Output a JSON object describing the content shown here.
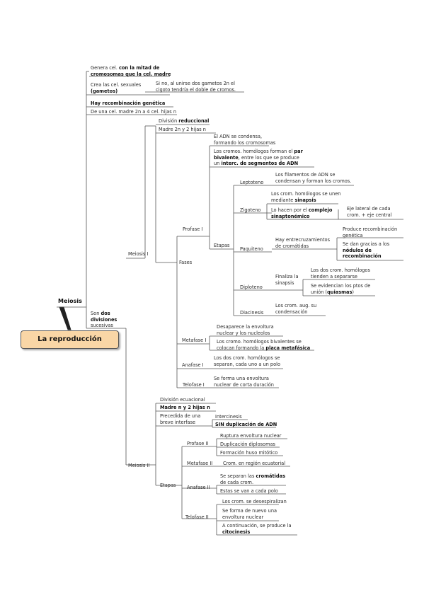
{
  "root": "La reproducción",
  "topic": "Meiosis",
  "n01": [
    "Genera cel. ",
    "con la mitad de",
    "cromosomas que la cel. madre"
  ],
  "n02": [
    "Crea las cel. sexuales",
    "(gametos)"
  ],
  "n03": [
    "Si no, al unirse dos gametos 2n el",
    "cigoto tendría el doble de cromos."
  ],
  "n04": "Hay recombinación genética",
  "n05": "De una cel. madre 2n a 4 cel. hijas n",
  "n06": [
    "Son ",
    "dos",
    "divisiones",
    "sucesivas"
  ],
  "meiosis1": "Meiosis I",
  "n07": [
    "División ",
    "reduccional"
  ],
  "n08": "Madre 2n y 2 hijas n",
  "fases": "Fases",
  "profase1": "Profase I",
  "n09": [
    "El ADN se condensa,",
    "formando los cromosomas"
  ],
  "n10": [
    "Los cromos. homólogos forman el ",
    "par",
    "bivalente",
    ", entre los que se produce",
    "un ",
    "interc. de segmentos de ADN"
  ],
  "etapas1": "Etapas",
  "leptoteno": "Leptoteno",
  "n11": [
    "Los filamentos de ADN se",
    "condensan y forman los cromos."
  ],
  "zigoteno": "Zigoteno",
  "n12": [
    "Los crom. homólogos se unen",
    "mediante ",
    "sinapsis"
  ],
  "n13": [
    "Lo hacen por el ",
    "complejo",
    "sinaptonémico"
  ],
  "n14": [
    "Eje lateral de cada",
    "crom. + eje central"
  ],
  "paquiteno": "Paquiteno",
  "n15": [
    "Hay entrecruzamientos",
    "de cromátidas"
  ],
  "n16": [
    "Produce recombinación",
    "genética"
  ],
  "n17": [
    "Se dan gracias a los",
    "nódulos de",
    "recombinación"
  ],
  "diploteno": "Diploteno",
  "n18": [
    "Finaliza la",
    "sinapsis"
  ],
  "n19": [
    "Los dos crom. homólogos",
    "tienden a separarse"
  ],
  "n20": [
    "Se evidencian los ptos de",
    "unión (",
    "quiasmas",
    ")"
  ],
  "diacinesis": "Diacinesis",
  "n21": [
    "Los crom. aug. su",
    "condensación"
  ],
  "metafase1": "Metafase I",
  "n22": [
    "Desaparece la envoltura",
    "nuclear y los nucleolos"
  ],
  "n23": [
    "Los cromo. homólogos bivalentes se",
    "colocan formando la ",
    "placa metafásica"
  ],
  "anafase1": "Anafase I",
  "n24": [
    "Los dos crom. homólogos se",
    "separan, cada uno a un polo"
  ],
  "telofase1": "Telofase I",
  "n25": [
    "Se forma una envoltura",
    "nuclear de corta duración"
  ],
  "meiosis2": "Meiosis II",
  "n26": "División ecuacional",
  "n27": "Madre n y 2 hijas n",
  "n28": [
    "Precedida de una",
    "breve interfase"
  ],
  "n29": "Intercinesis",
  "n30": "SIN duplicación de ADN",
  "etapas2": "Etapas",
  "profase2": "Profase II",
  "n31": "Ruptura envoltura nuclear",
  "n32": "Duplicación diplosomas",
  "n33": "Formación huso mitótico",
  "metafase2": "Metafase II",
  "n34": "Crom. en región ecuatorial",
  "anafase2": "Anafase II",
  "n35": [
    "Se separan las ",
    "cromátidas",
    "de cada crom."
  ],
  "n36": "Estas se van a cada polo",
  "telofase2": "Telofase II",
  "n37": "Los crom. se desespiralizan",
  "n38": [
    "Se forma de nuevo una",
    "envoltura nuclear"
  ],
  "n39": [
    "A continuación, se produce la",
    "citocinesis"
  ]
}
